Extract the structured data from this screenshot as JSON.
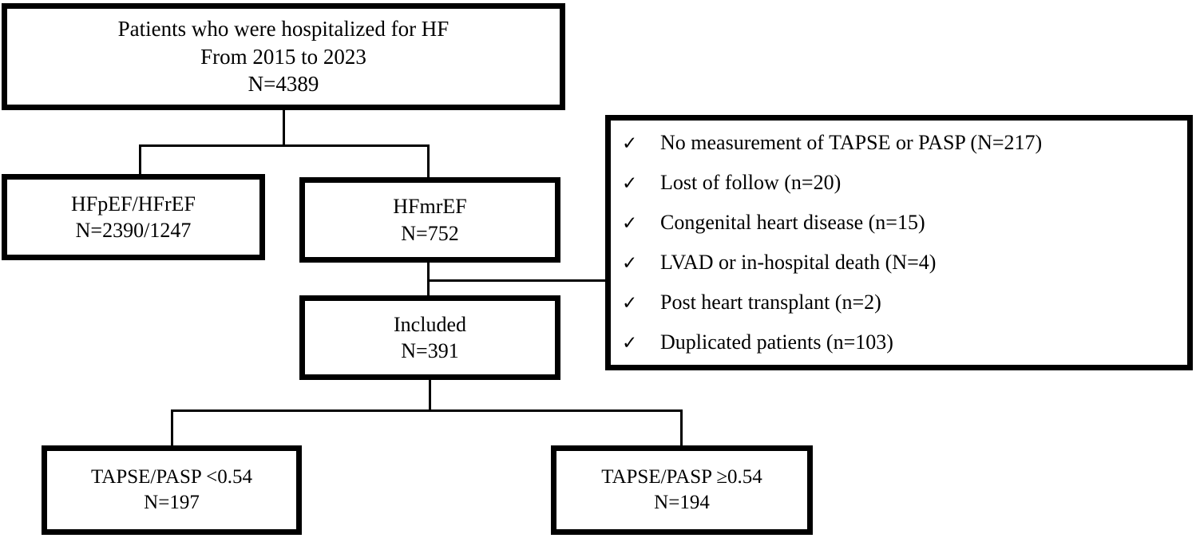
{
  "flowchart": {
    "type": "study-flow-diagram",
    "nodes": {
      "cohort": {
        "line1": "Patients who were hospitalized for HF",
        "line2": "From 2015 to 2023",
        "line3": "N=4389"
      },
      "hfpef_hfref": {
        "line1": "HFpEF/HFrEF",
        "line2": "N=2390/1247"
      },
      "hfmref": {
        "line1": "HFmrEF",
        "line2": "N=752"
      },
      "included": {
        "line1": "Included",
        "line2": "N=391"
      },
      "low_ratio": {
        "line1": "TAPSE/PASP <0.54",
        "line2": "N=197"
      },
      "high_ratio": {
        "line1": "TAPSE/PASP ≥0.54",
        "line2": "N=194"
      }
    },
    "exclusions": {
      "bullet_glyph": "✓",
      "items": [
        "No measurement of TAPSE or PASP (N=217)",
        "Lost of follow (n=20)",
        "Congenital heart disease (n=15)",
        "LVAD or in-hospital death (N=4)",
        "Post heart transplant (n=2)",
        "Duplicated patients (n=103)"
      ]
    },
    "colors": {
      "stroke": "#000000",
      "fill": "#ffffff",
      "text": "#000000"
    }
  }
}
